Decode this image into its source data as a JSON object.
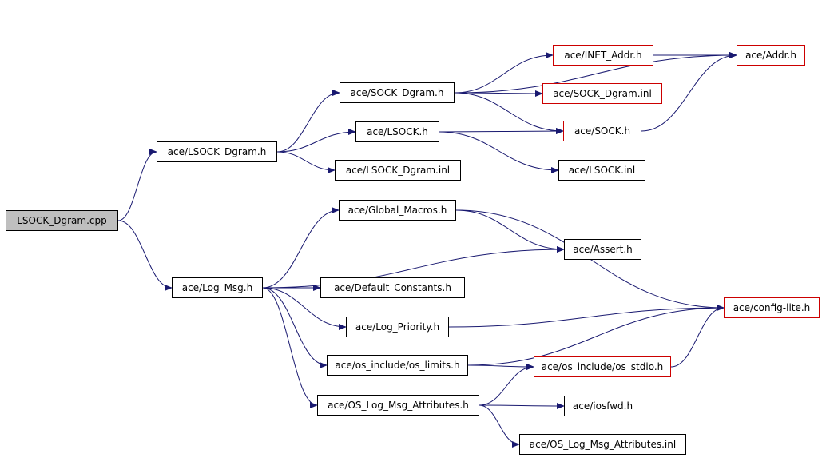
{
  "diagram": {
    "nodes": [
      {
        "id": "root",
        "label": "LSOCK_Dgram.cpp",
        "style": "root"
      },
      {
        "id": "lsock_dgram_h",
        "label": "ace/LSOCK_Dgram.h",
        "style": "black"
      },
      {
        "id": "log_msg_h",
        "label": "ace/Log_Msg.h",
        "style": "black"
      },
      {
        "id": "sock_dgram_h",
        "label": "ace/SOCK_Dgram.h",
        "style": "black"
      },
      {
        "id": "lsock_h",
        "label": "ace/LSOCK.h",
        "style": "black"
      },
      {
        "id": "lsock_dgram_inl",
        "label": "ace/LSOCK_Dgram.inl",
        "style": "black"
      },
      {
        "id": "inet_addr_h",
        "label": "ace/INET_Addr.h",
        "style": "red"
      },
      {
        "id": "sock_dgram_inl",
        "label": "ace/SOCK_Dgram.inl",
        "style": "red"
      },
      {
        "id": "sock_h",
        "label": "ace/SOCK.h",
        "style": "red"
      },
      {
        "id": "lsock_inl",
        "label": "ace/LSOCK.inl",
        "style": "black"
      },
      {
        "id": "addr_h",
        "label": "ace/Addr.h",
        "style": "red"
      },
      {
        "id": "global_macros_h",
        "label": "ace/Global_Macros.h",
        "style": "black"
      },
      {
        "id": "assert_h",
        "label": "ace/Assert.h",
        "style": "black"
      },
      {
        "id": "default_constants_h",
        "label": "ace/Default_Constants.h",
        "style": "black"
      },
      {
        "id": "log_priority_h",
        "label": "ace/Log_Priority.h",
        "style": "black"
      },
      {
        "id": "os_limits_h",
        "label": "ace/os_include/os_limits.h",
        "style": "black"
      },
      {
        "id": "os_log_msg_attr_h",
        "label": "ace/OS_Log_Msg_Attributes.h",
        "style": "black"
      },
      {
        "id": "config_lite_h",
        "label": "ace/config-lite.h",
        "style": "red"
      },
      {
        "id": "os_stdio_h",
        "label": "ace/os_include/os_stdio.h",
        "style": "red"
      },
      {
        "id": "iosfwd_h",
        "label": "ace/iosfwd.h",
        "style": "black"
      },
      {
        "id": "os_log_msg_attr_inl",
        "label": "ace/OS_Log_Msg_Attributes.inl",
        "style": "black"
      }
    ],
    "edges": [
      {
        "from": "root",
        "to": "lsock_dgram_h"
      },
      {
        "from": "root",
        "to": "log_msg_h"
      },
      {
        "from": "lsock_dgram_h",
        "to": "sock_dgram_h"
      },
      {
        "from": "lsock_dgram_h",
        "to": "lsock_h"
      },
      {
        "from": "lsock_dgram_h",
        "to": "lsock_dgram_inl"
      },
      {
        "from": "sock_dgram_h",
        "to": "addr_h"
      },
      {
        "from": "sock_dgram_h",
        "to": "inet_addr_h"
      },
      {
        "from": "sock_dgram_h",
        "to": "sock_dgram_inl"
      },
      {
        "from": "sock_dgram_h",
        "to": "sock_h"
      },
      {
        "from": "inet_addr_h",
        "to": "addr_h"
      },
      {
        "from": "sock_h",
        "to": "addr_h"
      },
      {
        "from": "lsock_h",
        "to": "sock_h"
      },
      {
        "from": "lsock_h",
        "to": "lsock_inl"
      },
      {
        "from": "log_msg_h",
        "to": "global_macros_h"
      },
      {
        "from": "log_msg_h",
        "to": "assert_h"
      },
      {
        "from": "log_msg_h",
        "to": "default_constants_h"
      },
      {
        "from": "log_msg_h",
        "to": "log_priority_h"
      },
      {
        "from": "log_msg_h",
        "to": "os_limits_h"
      },
      {
        "from": "log_msg_h",
        "to": "os_log_msg_attr_h"
      },
      {
        "from": "global_macros_h",
        "to": "assert_h"
      },
      {
        "from": "global_macros_h",
        "to": "config_lite_h"
      },
      {
        "from": "log_priority_h",
        "to": "config_lite_h"
      },
      {
        "from": "os_limits_h",
        "to": "config_lite_h"
      },
      {
        "from": "os_limits_h",
        "to": "os_stdio_h"
      },
      {
        "from": "os_stdio_h",
        "to": "config_lite_h"
      },
      {
        "from": "os_log_msg_attr_h",
        "to": "os_stdio_h"
      },
      {
        "from": "os_log_msg_attr_h",
        "to": "iosfwd_h"
      },
      {
        "from": "os_log_msg_attr_h",
        "to": "os_log_msg_attr_inl"
      }
    ],
    "colors": {
      "edge": "#191970",
      "border_default": "#000000",
      "border_missing": "#cc0000",
      "root_fill": "#bfbfbf"
    }
  }
}
